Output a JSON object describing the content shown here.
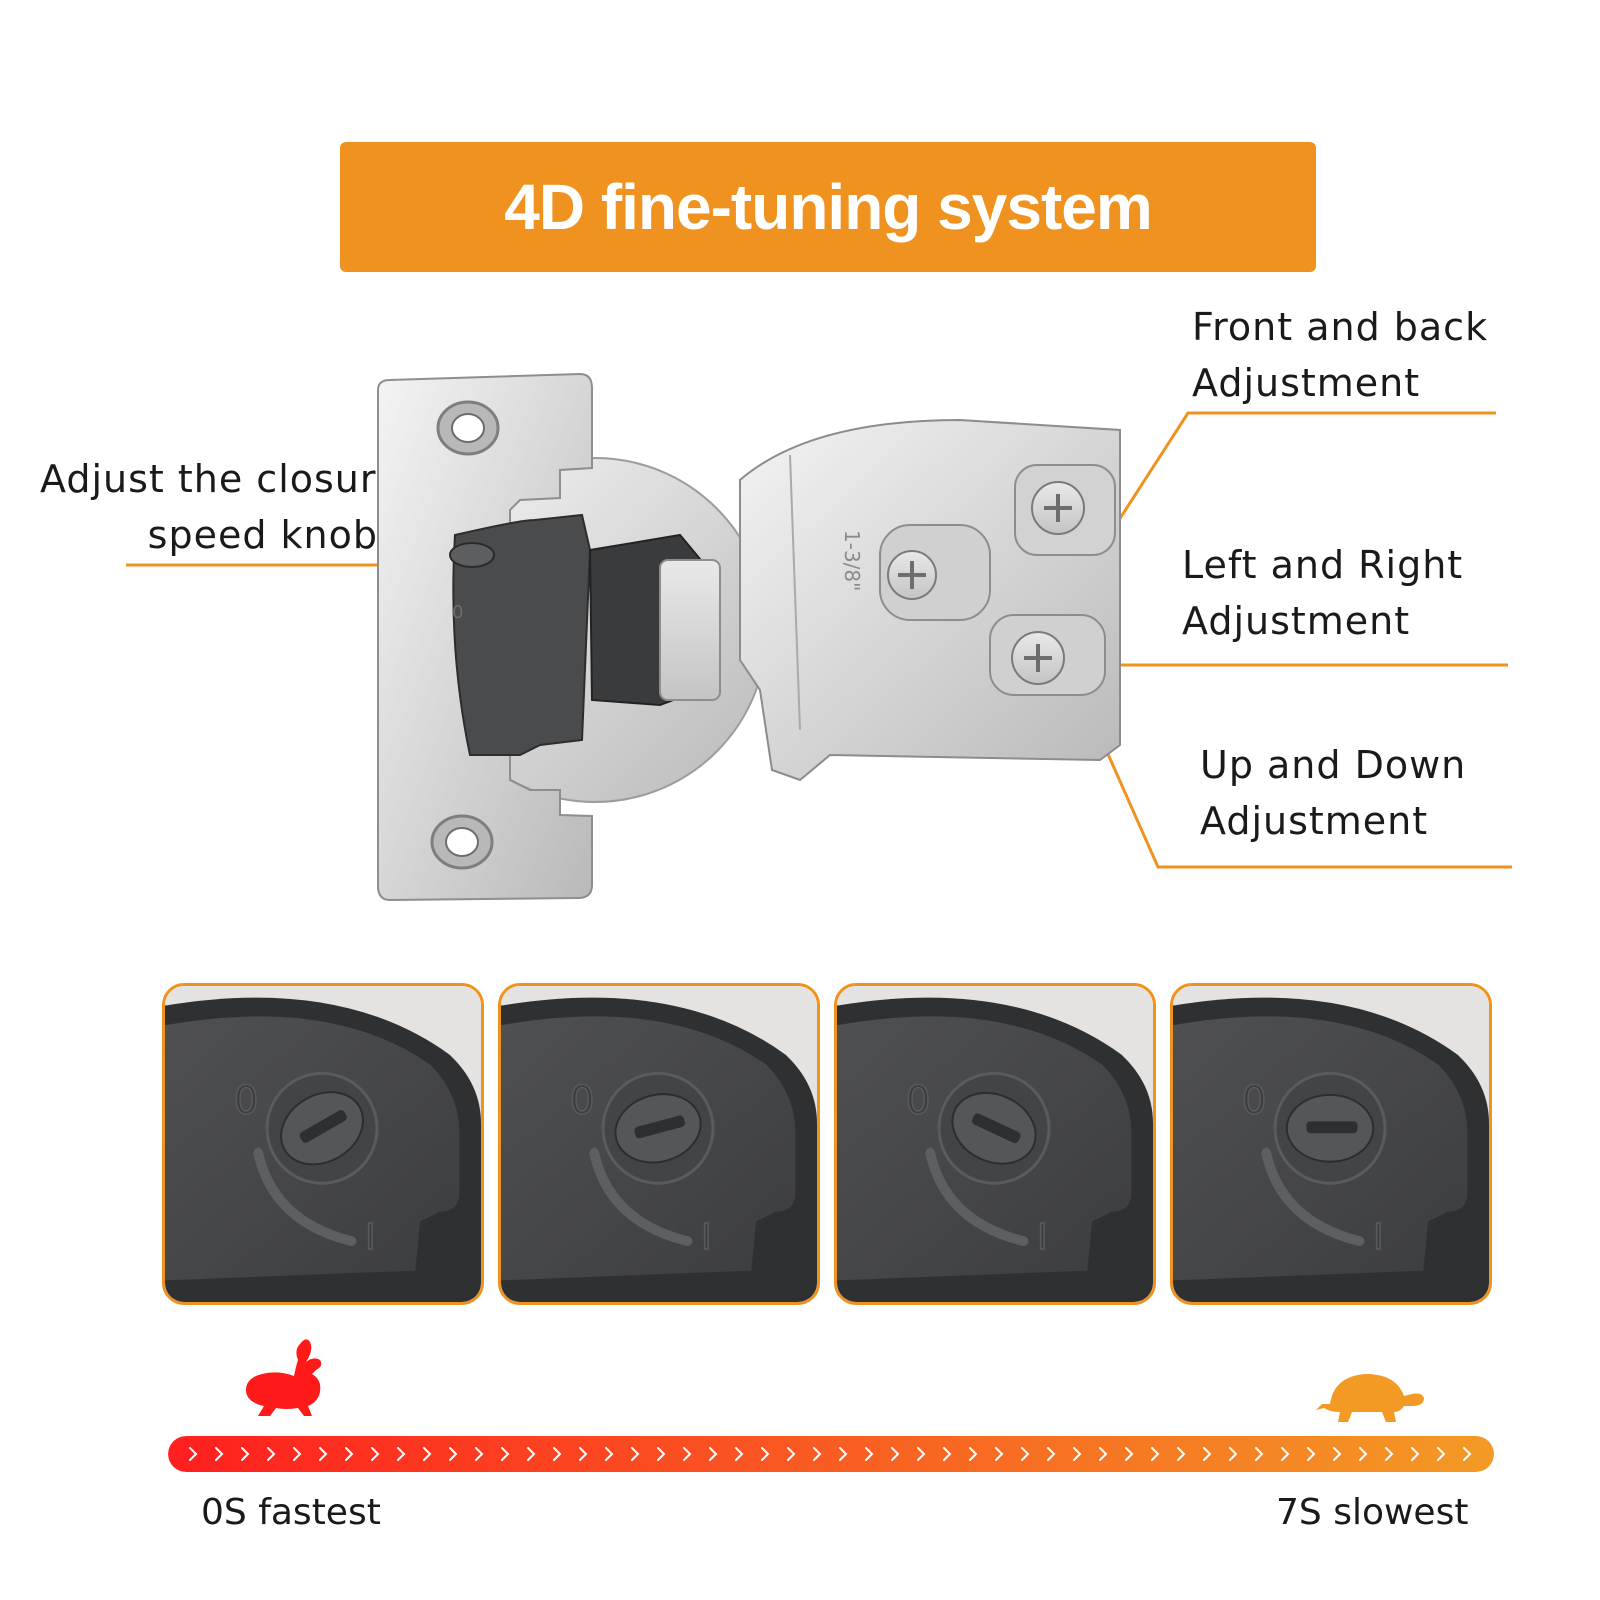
{
  "title": "4D fine-tuning system",
  "colors": {
    "accent": "#ef921f",
    "bar_start": "#ff1f1f",
    "bar_end": "#f39a25",
    "rabbit": "#ff1a1a",
    "turtle": "#f39a25",
    "card_border": "#ef921f"
  },
  "callouts": {
    "closure_speed": {
      "line1": "Adjust the closure",
      "line2": "speed knob"
    },
    "front_back": {
      "line1": "Front and back",
      "line2": "Adjustment"
    },
    "left_right": {
      "line1": "Left and Right",
      "line2": "Adjustment"
    },
    "up_down": {
      "line1": "Up and Down",
      "line2": "Adjustment"
    }
  },
  "hinge": {
    "arm_marking": "1-3/8\"",
    "knob_marks": [
      "0",
      "I"
    ]
  },
  "knob_positions": {
    "dial_zero": "0",
    "dial_one": "I",
    "settings": [
      "setting-1",
      "setting-2",
      "setting-3",
      "setting-4"
    ]
  },
  "speed_scale": {
    "fast_label": "0S fastest",
    "slow_label": "7S slowest",
    "fast_icon": "rabbit-icon",
    "slow_icon": "turtle-icon"
  }
}
